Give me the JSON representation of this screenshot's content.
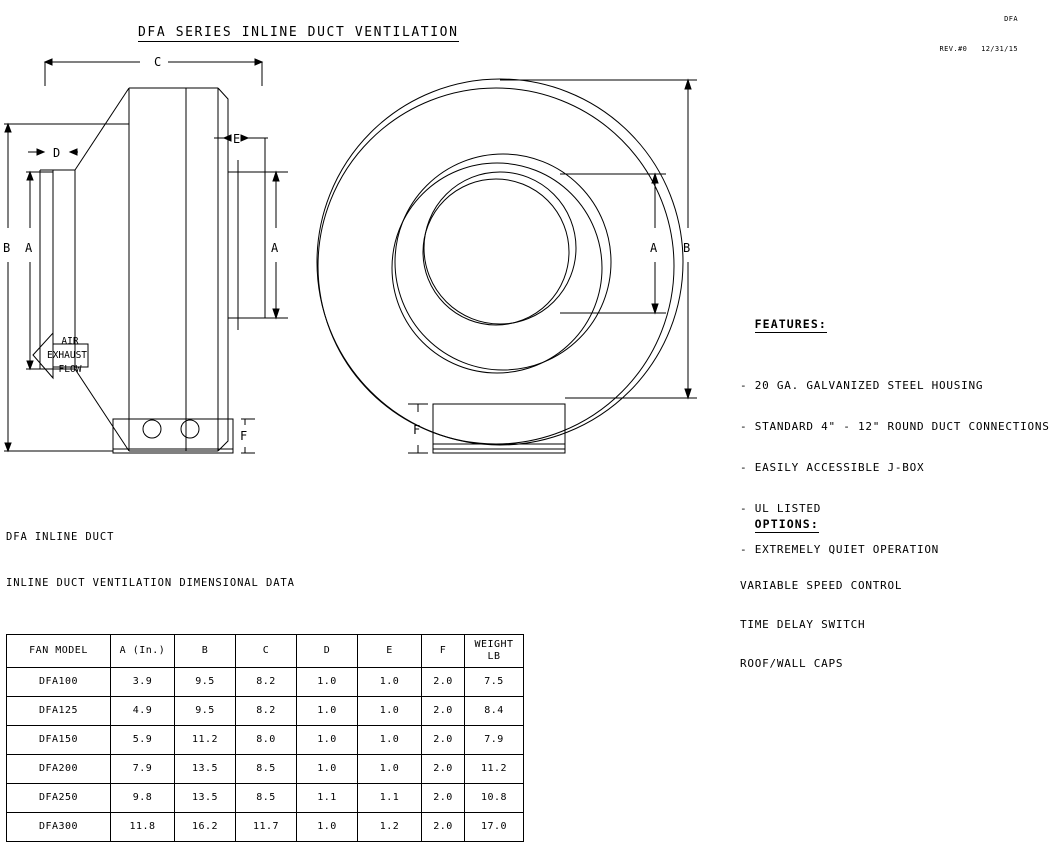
{
  "revision": {
    "model": "DFA",
    "rev": "REV.#0",
    "date": "12/31/15"
  },
  "title": "DFA SERIES INLINE DUCT VENTILATION",
  "drawing": {
    "side_view": {
      "dimension_labels": [
        "C",
        "D",
        "E",
        "A",
        "B",
        "F"
      ],
      "airflow_label_lines": [
        "AIR",
        "EXHAUST",
        "FLOW"
      ]
    },
    "front_view": {
      "dimension_labels": [
        "A",
        "B",
        "F"
      ]
    }
  },
  "features": {
    "heading": "FEATURES:",
    "items": [
      "- 20 GA. GALVANIZED STEEL HOUSING",
      "- STANDARD 4\" - 12\" ROUND DUCT CONNECTIONS",
      "- EASILY ACCESSIBLE J-BOX",
      "- UL LISTED",
      "- EXTREMELY QUIET OPERATION"
    ]
  },
  "options": {
    "heading": "OPTIONS:",
    "items": [
      "VARIABLE SPEED CONTROL",
      "TIME DELAY SWITCH",
      "ROOF/WALL CAPS"
    ]
  },
  "table": {
    "caption_line1": "DFA INLINE DUCT",
    "caption_line2": "INLINE DUCT VENTILATION DIMENSIONAL DATA",
    "headers": [
      "FAN MODEL",
      "A (In.)",
      "B",
      "C",
      "D",
      "E",
      "F",
      "WEIGHT LB"
    ],
    "header_weight_line1": "WEIGHT",
    "header_weight_line2": "LB",
    "rows": [
      {
        "model": "DFA100",
        "a": "3.9",
        "b": "9.5",
        "c": "8.2",
        "d": "1.0",
        "e": "1.0",
        "f": "2.0",
        "weight": "7.5"
      },
      {
        "model": "DFA125",
        "a": "4.9",
        "b": "9.5",
        "c": "8.2",
        "d": "1.0",
        "e": "1.0",
        "f": "2.0",
        "weight": "8.4"
      },
      {
        "model": "DFA150",
        "a": "5.9",
        "b": "11.2",
        "c": "8.0",
        "d": "1.0",
        "e": "1.0",
        "f": "2.0",
        "weight": "7.9"
      },
      {
        "model": "DFA200",
        "a": "7.9",
        "b": "13.5",
        "c": "8.5",
        "d": "1.0",
        "e": "1.0",
        "f": "2.0",
        "weight": "11.2"
      },
      {
        "model": "DFA250",
        "a": "9.8",
        "b": "13.5",
        "c": "8.5",
        "d": "1.1",
        "e": "1.1",
        "f": "2.0",
        "weight": "10.8"
      },
      {
        "model": "DFA300",
        "a": "11.8",
        "b": "16.2",
        "c": "11.7",
        "d": "1.0",
        "e": "1.2",
        "f": "2.0",
        "weight": "17.0"
      }
    ]
  },
  "colors": {
    "line": "#000000",
    "background": "#ffffff"
  }
}
